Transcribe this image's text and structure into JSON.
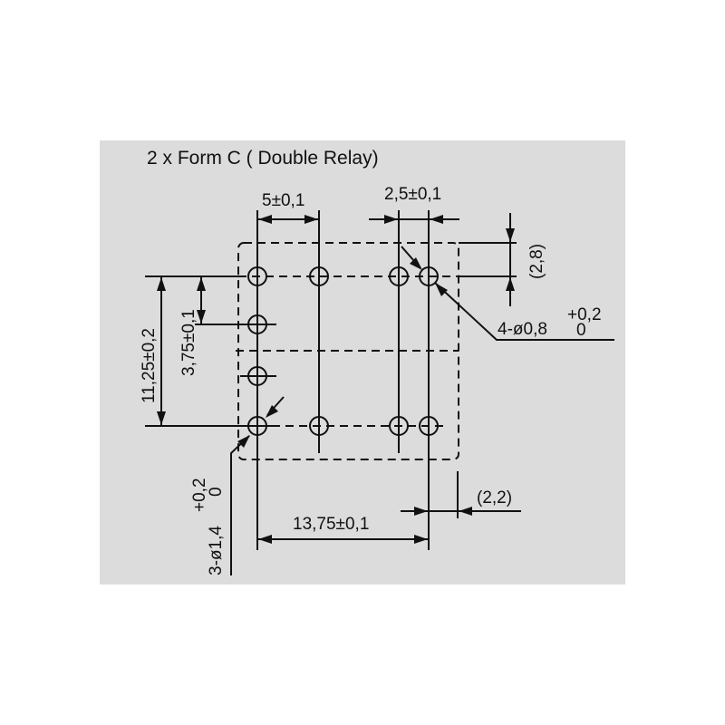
{
  "title": "2 x Form C ( Double Relay)",
  "dimensions": {
    "pitch_horizontal": "5±0,1",
    "pitch_small": "2,5±0,1",
    "offset_top": "(2,8)",
    "hole_small": "4-ø0,8",
    "hole_small_tol_upper": "+0,2",
    "hole_small_tol_lower": "0",
    "height_total": "11,25±0,2",
    "pitch_vertical": "3,75±0,1",
    "hole_large": "3-ø1,4",
    "hole_large_tol_upper": "+0,2",
    "hole_large_tol_lower": "0",
    "width_total": "13,75±0,1",
    "offset_right": "(2,2)"
  },
  "colors": {
    "panel": "#dcdcdc",
    "ink": "#111111"
  }
}
